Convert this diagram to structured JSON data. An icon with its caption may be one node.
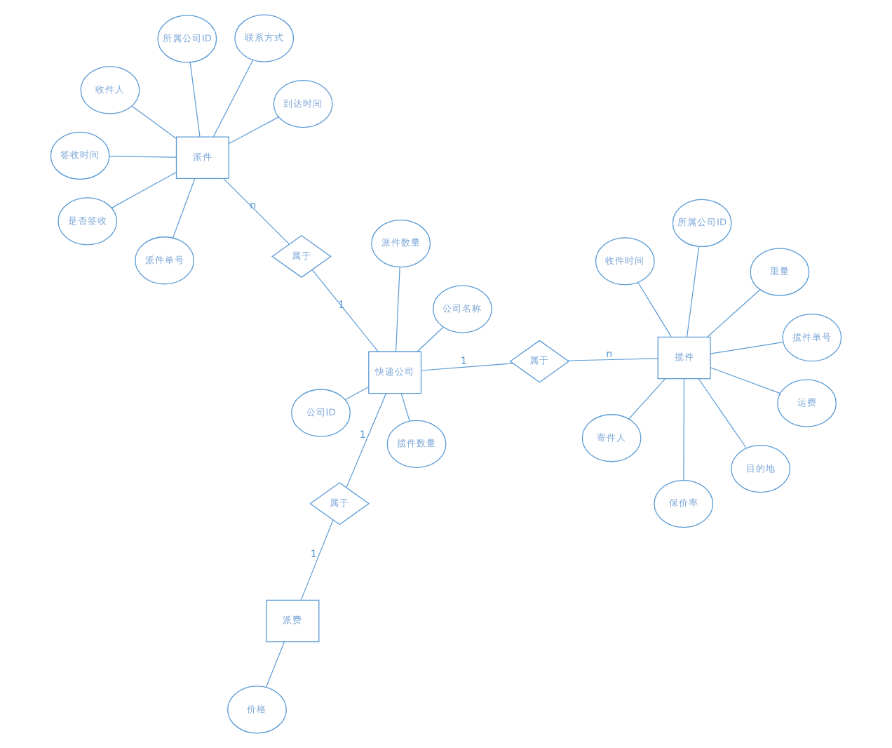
{
  "diagram": {
    "nodes": [
      {
        "text": [
          "揽件"
        ]
      },
      {
        "text": [
          "属于"
        ]
      },
      {
        "text": [
          "快递公司"
        ]
      },
      {
        "text": [
          "属于"
        ]
      },
      {
        "text": [
          "派件"
        ]
      },
      {
        "text": [
          "属于"
        ]
      },
      {
        "text": [
          "派费"
        ]
      },
      {
        "text": [
          "收件时间"
        ]
      },
      {
        "text": [
          "寄件人"
        ]
      },
      {
        "text": [
          "运费"
        ]
      },
      {
        "text": [
          "揽件单号"
        ]
      },
      {
        "text": [
          "所属公司ID"
        ]
      },
      {
        "text": [
          "目的地"
        ]
      },
      {
        "text": [
          "重量"
        ]
      },
      {
        "text": [
          "保价率"
        ]
      },
      {
        "text": [
          "公司ID"
        ]
      },
      {
        "text": [
          "公司名称"
        ]
      },
      {
        "text": [
          "揽件数量"
        ]
      },
      {
        "text": [
          "派件数量"
        ]
      },
      {
        "text": [
          "是否签收"
        ]
      },
      {
        "text": [
          "收件人"
        ]
      },
      {
        "text": [
          "签收时间"
        ]
      },
      {
        "text": [
          "派件单号"
        ]
      },
      {
        "text": [
          "所属公司ID"
        ]
      },
      {
        "text": [
          "到达时间"
        ]
      },
      {
        "text": [
          "联系方式"
        ]
      },
      {
        "text": [
          "价格"
        ]
      }
    ],
    "edges": [
      {
        "from": 0,
        "to": 1,
        "arrow": "none",
        "label": "n"
      },
      {
        "from": 1,
        "to": 2,
        "arrow": "none",
        "label": "1"
      },
      {
        "from": 2,
        "to": 3,
        "arrow": "none",
        "label": "1"
      },
      {
        "from": 3,
        "to": 4,
        "arrow": "none",
        "label": "n"
      },
      {
        "from": 2,
        "to": 5,
        "arrow": "none",
        "label": "1"
      },
      {
        "from": 5,
        "to": 6,
        "arrow": "none",
        "label": "1"
      },
      {
        "from": 7,
        "to": 0,
        "arrow": "none"
      },
      {
        "from": 8,
        "to": 0,
        "arrow": "none"
      },
      {
        "from": 9,
        "to": 0,
        "arrow": "none"
      },
      {
        "from": 10,
        "to": 0,
        "arrow": "none"
      },
      {
        "from": 11,
        "to": 0,
        "arrow": "none"
      },
      {
        "from": 12,
        "to": 0,
        "arrow": "none"
      },
      {
        "from": 13,
        "to": 0,
        "arrow": "none"
      },
      {
        "from": 14,
        "to": 0,
        "arrow": "none"
      },
      {
        "from": 15,
        "to": 2,
        "arrow": "none"
      },
      {
        "from": 16,
        "to": 2,
        "arrow": "none"
      },
      {
        "from": 17,
        "to": 2,
        "arrow": "none"
      },
      {
        "from": 18,
        "to": 2,
        "arrow": "none"
      },
      {
        "from": 19,
        "to": 4,
        "arrow": "none"
      },
      {
        "from": 20,
        "to": 4,
        "arrow": "none"
      },
      {
        "from": 21,
        "to": 4,
        "arrow": "none"
      },
      {
        "from": 22,
        "to": 4,
        "arrow": "none"
      },
      {
        "from": 23,
        "to": 4,
        "arrow": "none"
      },
      {
        "from": 24,
        "to": 4,
        "arrow": "none"
      },
      {
        "from": 25,
        "to": 4,
        "arrow": "none"
      },
      {
        "from": 6,
        "to": 26,
        "arrow": "none"
      }
    ]
  }
}
